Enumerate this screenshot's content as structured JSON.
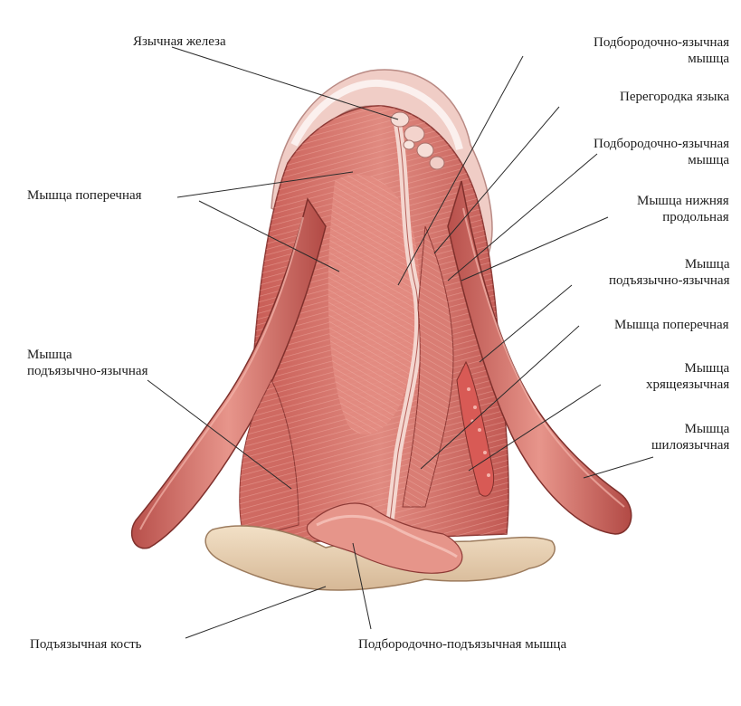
{
  "labels": {
    "lingual_gland": "Язычная железа",
    "genioglossus_top": [
      "Подбородочно-язычная",
      "мышца"
    ],
    "septum": "Перегородка языка",
    "genioglossus_mid": [
      "Подбородочно-язычная",
      "мышца"
    ],
    "transverse_left": "Мышца поперечная",
    "inferior_longitudinal": [
      "Мышца нижняя",
      "продольная"
    ],
    "hyoglossus_right": [
      "Мышца",
      "подъязычно-язычная"
    ],
    "transverse_right": "Мышца поперечная",
    "hyoglossus_left": [
      "Мышца",
      "подъязычно-язычная"
    ],
    "chondroglossus": [
      "Мышца",
      "хрящеязычная"
    ],
    "styloglossus": [
      "Мышца",
      "шилоязычная"
    ],
    "hyoid_bone": "Подъязычная кость",
    "geniohyoid": "Подбородочно-подъязычная мышца"
  },
  "colors": {
    "muscle": "#d9736a",
    "muscle_dark": "#b24a45",
    "muscle_light": "#eba39a",
    "mucosa": "#f1d2cc",
    "bone": "#e9d2b5",
    "leader": "#2a2a2a"
  }
}
